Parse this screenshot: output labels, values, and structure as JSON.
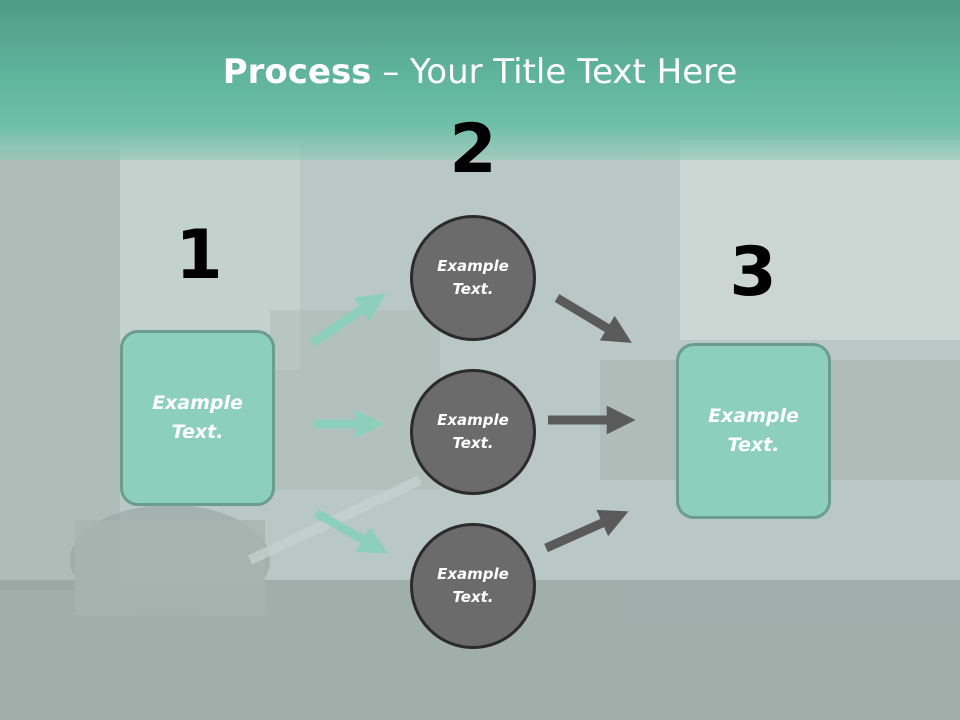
{
  "slide": {
    "title_bold": "Process",
    "title_rest": " – Your Title Text Here",
    "colors": {
      "teal": "#8dcfbd",
      "header": "#5fb39b",
      "circle": "#6b6b6b",
      "dark_arrow": "#5a5a5a"
    }
  },
  "diagram": {
    "step1": {
      "number": "1",
      "text": "Example Text."
    },
    "step2": {
      "number": "2",
      "circles": [
        {
          "text": "Example Text."
        },
        {
          "text": "Example Text."
        },
        {
          "text": "Example Text."
        }
      ]
    },
    "step3": {
      "number": "3",
      "text": "Example Text."
    }
  }
}
